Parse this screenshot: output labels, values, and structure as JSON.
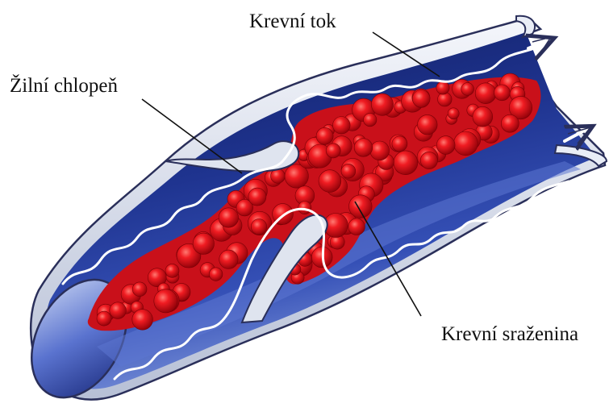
{
  "labels": {
    "blood_flow": "Krevní tok",
    "venous_valve": "Žilní chlopeň",
    "blood_clot": "Krevní sraženina"
  },
  "colors": {
    "vein_wall_outer": "#d8dde8",
    "vein_wall_edge": "#2a2f5a",
    "lumen_dark": "#16246e",
    "lumen_mid": "#3e57c0",
    "lumen_light": "#b9c8ef",
    "clot_red": "#e0141c",
    "clot_dark": "#8a0008",
    "clot_highlight": "#ff8a80",
    "flow_line": "#ffffff",
    "leader_line": "#111111"
  }
}
